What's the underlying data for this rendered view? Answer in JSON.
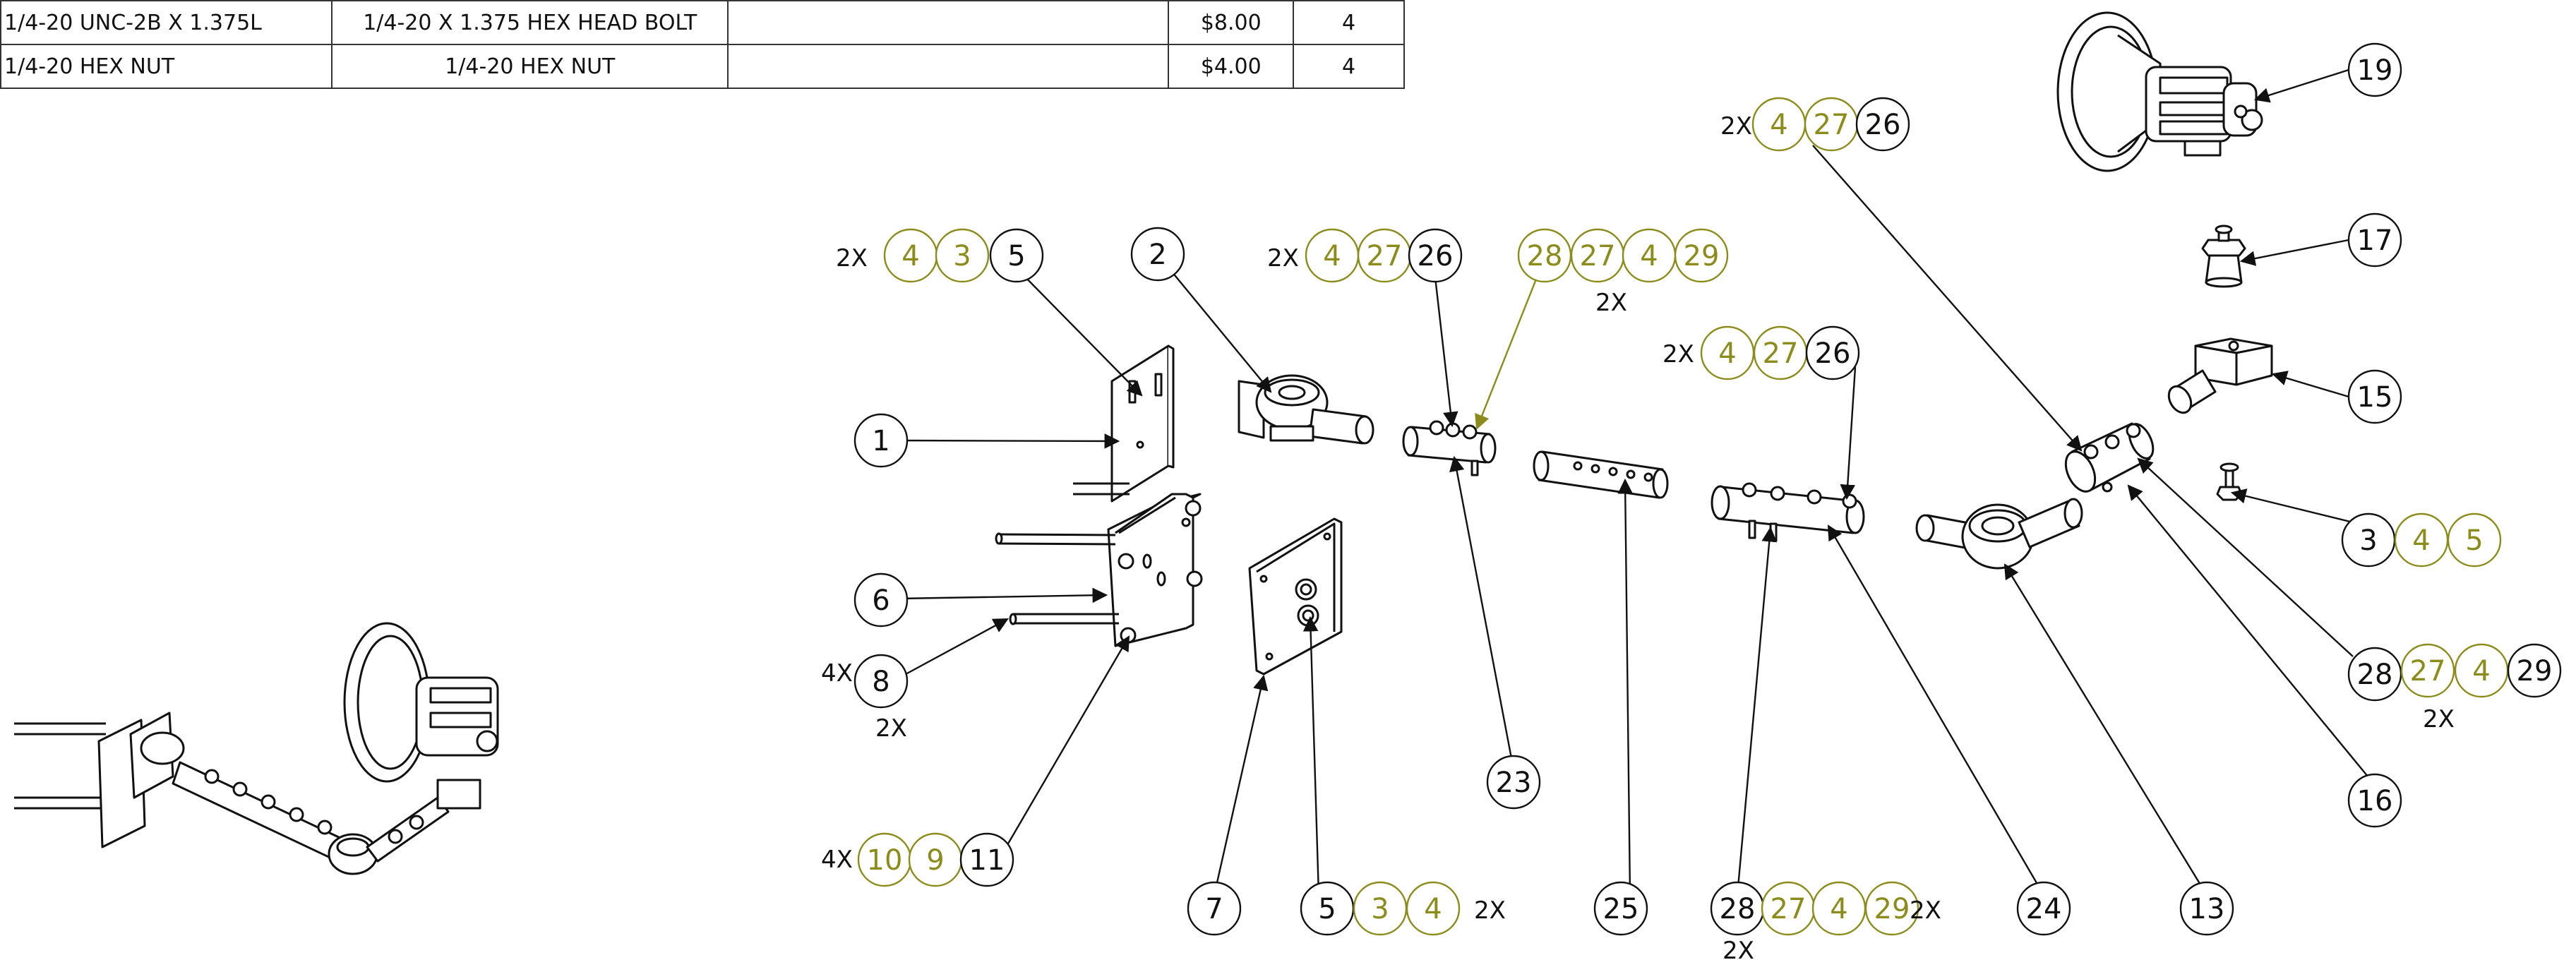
{
  "bom": {
    "rows": [
      {
        "part": "1/4-20 UNC-2B X 1.375L",
        "description": "1/4-20 X 1.375 HEX HEAD BOLT",
        "blank": "",
        "cost": "$8.00",
        "qty": "4"
      },
      {
        "part": "1/4-20 HEX NUT",
        "description": "1/4-20 HEX NUT",
        "blank": "",
        "cost": "$4.00",
        "qty": "4"
      }
    ]
  },
  "colors": {
    "callout_black": "#111111",
    "callout_olive": "#8c8c1c",
    "leader_olive": "#8c8c1c"
  },
  "balloons": {
    "c1_a": "4",
    "c1_b": "3",
    "c1_c": "5",
    "c1_x": "2X",
    "c2": "2",
    "c3_a": "4",
    "c3_b": "27",
    "c3_c": "26",
    "c3_x": "2X",
    "c4_a": "28",
    "c4_b": "27",
    "c4_c": "4",
    "c4_d": "29",
    "c4_x": "2X",
    "c5_a": "4",
    "c5_b": "27",
    "c5_c": "26",
    "c5_x": "2X",
    "c6_a": "4",
    "c6_b": "27",
    "c6_c": "26",
    "c6_x": "2X",
    "c19": "19",
    "c17": "17",
    "c15": "15",
    "c1": "1",
    "c6": "6",
    "c8": "8",
    "c8_x1": "4X",
    "c8_x2": "2X",
    "c11_a": "10",
    "c11_b": "9",
    "c11_c": "11",
    "c11_x": "4X",
    "c7": "7",
    "c5b_a": "5",
    "c5b_b": "3",
    "c5b_c": "4",
    "c5b_x": "2X",
    "c25": "25",
    "c23": "23",
    "c28_a": "28",
    "c28_b": "27",
    "c28_c": "4",
    "c28_d": "29",
    "c28_x1": "2X",
    "c28_x2": "2X",
    "c24": "24",
    "c13": "13",
    "c16": "16",
    "c3r_a": "3",
    "c3r_b": "4",
    "c3r_c": "5",
    "c28r_a": "28",
    "c28r_b": "27",
    "c28r_c": "4",
    "c28r_d": "29",
    "c28r_x": "2X"
  }
}
